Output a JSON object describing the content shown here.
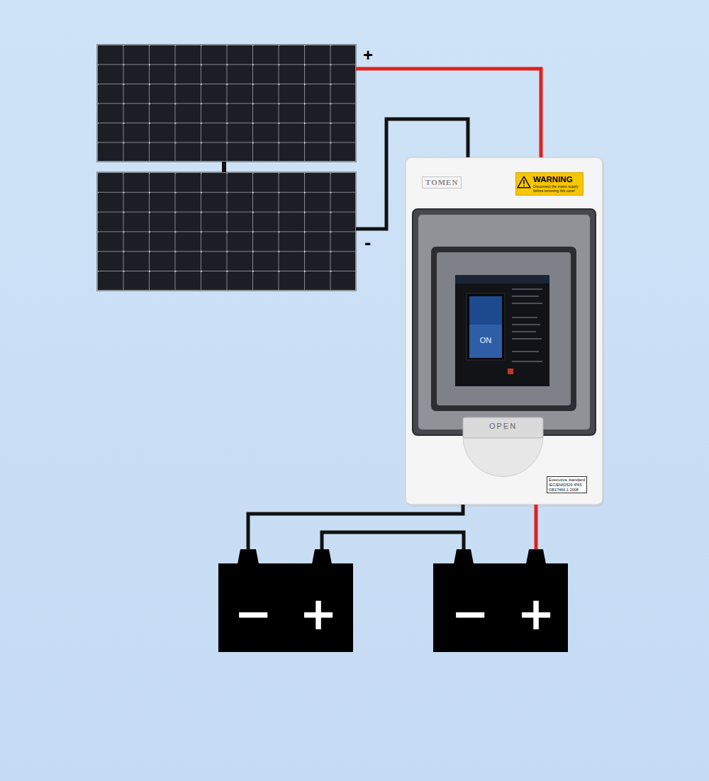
{
  "diagram": {
    "nodes": [
      {
        "text": [
          "+"
        ]
      },
      {
        "text": [
          "-"
        ]
      },
      {
        "text": [
          "TOMEN",
          "OPEN"
        ]
      },
      {
        "text": [
          "WARNING",
          "Disconnect the mains supply before removing this cover"
        ],
        "in": 2
      },
      {
        "text": [
          "ON"
        ],
        "in": 2
      },
      {
        "text": [
          "Executive standard",
          "IEC/EN60529 IP65",
          "GB17466.1-2008"
        ],
        "in": 2
      },
      {
        "text": [
          "−",
          "+"
        ]
      },
      {
        "text": [
          "−",
          "+"
        ]
      }
    ],
    "edges": [
      {
        "from": 0,
        "to": 1,
        "arrow": "none"
      },
      {
        "from": 0,
        "to": 2,
        "arrow": "none"
      },
      {
        "from": 1,
        "to": 2,
        "arrow": "none"
      },
      {
        "from": 2,
        "to": 6,
        "arrow": "none"
      },
      {
        "from": 6,
        "to": 7,
        "arrow": "none"
      },
      {
        "from": 2,
        "to": 7,
        "arrow": "none"
      }
    ]
  }
}
